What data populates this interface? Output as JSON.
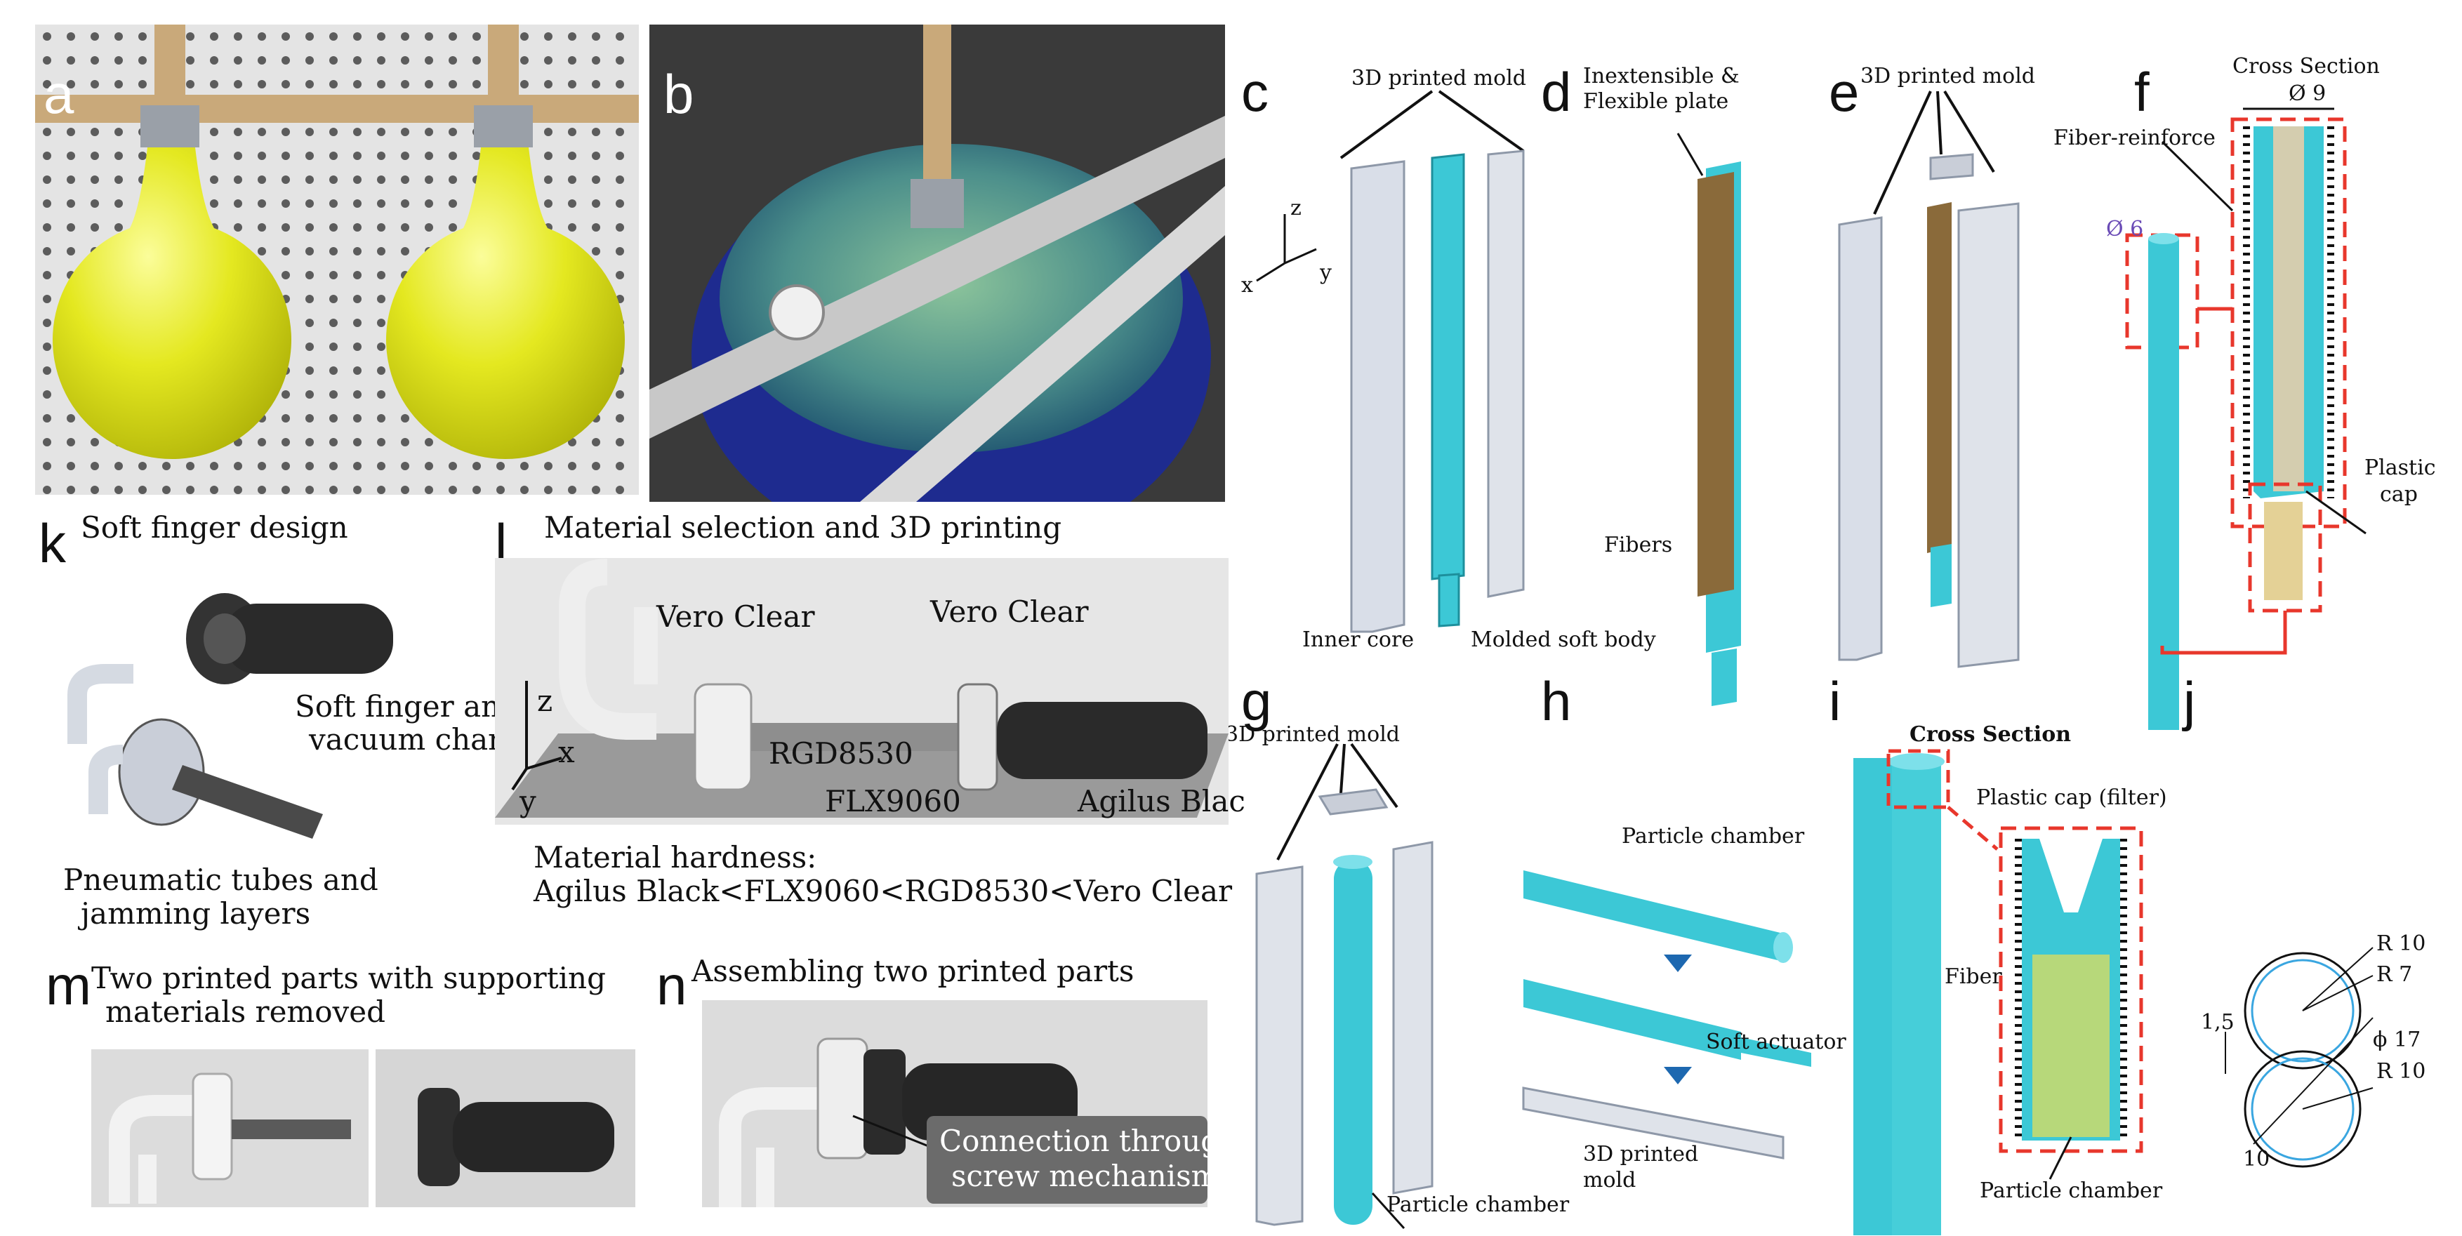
{
  "panel_labels": {
    "a": "a",
    "b": "b",
    "c": "c",
    "d": "d",
    "e": "e",
    "f": "f",
    "g": "g",
    "h": "h",
    "i": "i",
    "j": "j",
    "k": "k",
    "l": "l",
    "m": "m",
    "n": "n"
  },
  "panel_c": {
    "mold_label": "3D printed mold",
    "inner_core": "Inner core",
    "molded_body": "Molded soft body",
    "axis_z": "z",
    "axis_x": "x",
    "axis_y": "y"
  },
  "panel_d": {
    "plate_label_line1": "Inextensible &",
    "plate_label_line2": "Flexible plate",
    "fibers": "Fibers"
  },
  "panel_e": {
    "mold_label": "3D printed mold"
  },
  "panel_f": {
    "cross_section": "Cross Section",
    "dim_top": "Ø 9",
    "dim_side": "Ø 6",
    "fiber_reinforce": "Fiber-reinforce",
    "plastic": "Plastic",
    "cap": "cap"
  },
  "panel_g": {
    "mold_label": "3D printed mold",
    "particle_chamber": "Particle chamber"
  },
  "panel_h": {
    "particle_chamber": "Particle chamber",
    "soft_actuator": "Soft actuator",
    "mold_line1": "3D printed",
    "mold_line2": "mold"
  },
  "panel_i": {
    "cross_section": "Cross Section",
    "plastic_cap": "Plastic cap (filter)",
    "fiber": "Fiber",
    "particle_chamber": "Particle chamber"
  },
  "panel_j": {
    "r10_top": "R 10",
    "r7": "R 7",
    "d15": "1,5",
    "phi17": "ϕ 17",
    "r10_bottom": "R 10",
    "ten": "10"
  },
  "panel_k": {
    "title": "Soft finger design",
    "finger_line1": "Soft finger and",
    "finger_line2": "vacuum chamber",
    "tubes_line1": "Pneumatic tubes and",
    "tubes_line2": "jamming layers"
  },
  "panel_l": {
    "title": "Material selection and 3D printing",
    "vero1": "Vero Clear",
    "vero2": "Vero Clear",
    "rgd": "RGD8530",
    "flx": "FLX9060",
    "agilus": "Agilus Blac",
    "axis_z": "z",
    "axis_x": "x",
    "axis_y": "y",
    "hardness_line1": "Material hardness:",
    "hardness_line2": "Agilus Black<FLX9060<RGD8530<Vero Clear"
  },
  "panel_m": {
    "title_line1": "Two printed parts with supporting",
    "title_line2": "materials removed"
  },
  "panel_n": {
    "title": "Assembling two printed parts",
    "callout_line1": "Connection through",
    "callout_line2": "screw mechanism"
  },
  "colors": {
    "cyan": "#35c6d4",
    "mold_gray": "#d7dce6",
    "red_dash": "#e8372c",
    "yellow": "#e6ea22",
    "bucket_blue": "#1e2b8f",
    "fiber_brown": "#8a6a3a"
  }
}
